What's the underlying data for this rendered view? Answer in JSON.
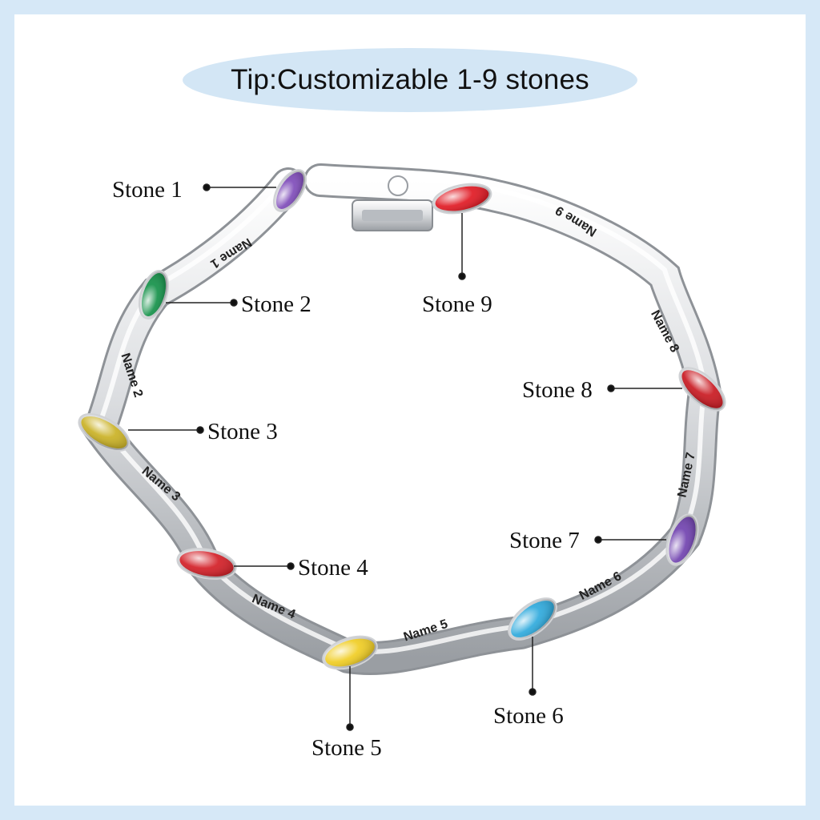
{
  "tip": "Tip:Customizable 1-9 stones",
  "stones": [
    {
      "label": "Stone 1",
      "name": "Name 1",
      "color": "#7c48b8"
    },
    {
      "label": "Stone 2",
      "name": "Name 2",
      "color": "#0f8f45"
    },
    {
      "label": "Stone 3",
      "name": "Name 3",
      "color": "#c9b020"
    },
    {
      "label": "Stone 4",
      "name": "Name 4",
      "color": "#d21a22"
    },
    {
      "label": "Stone 5",
      "name": "Name 5",
      "color": "#f0cc1e"
    },
    {
      "label": "Stone 6",
      "name": "Name 6",
      "color": "#2aa8dc"
    },
    {
      "label": "Stone 7",
      "name": "Name 7",
      "color": "#6e3fae"
    },
    {
      "label": "Stone 8",
      "name": "Name 8",
      "color": "#c8141c"
    },
    {
      "label": "Stone 9",
      "name": "Name 9",
      "color": "#e0141e"
    }
  ],
  "colors": {
    "background": "#d6e8f7",
    "pill": "#d3e6f5",
    "metal": "#c9ccd0"
  }
}
